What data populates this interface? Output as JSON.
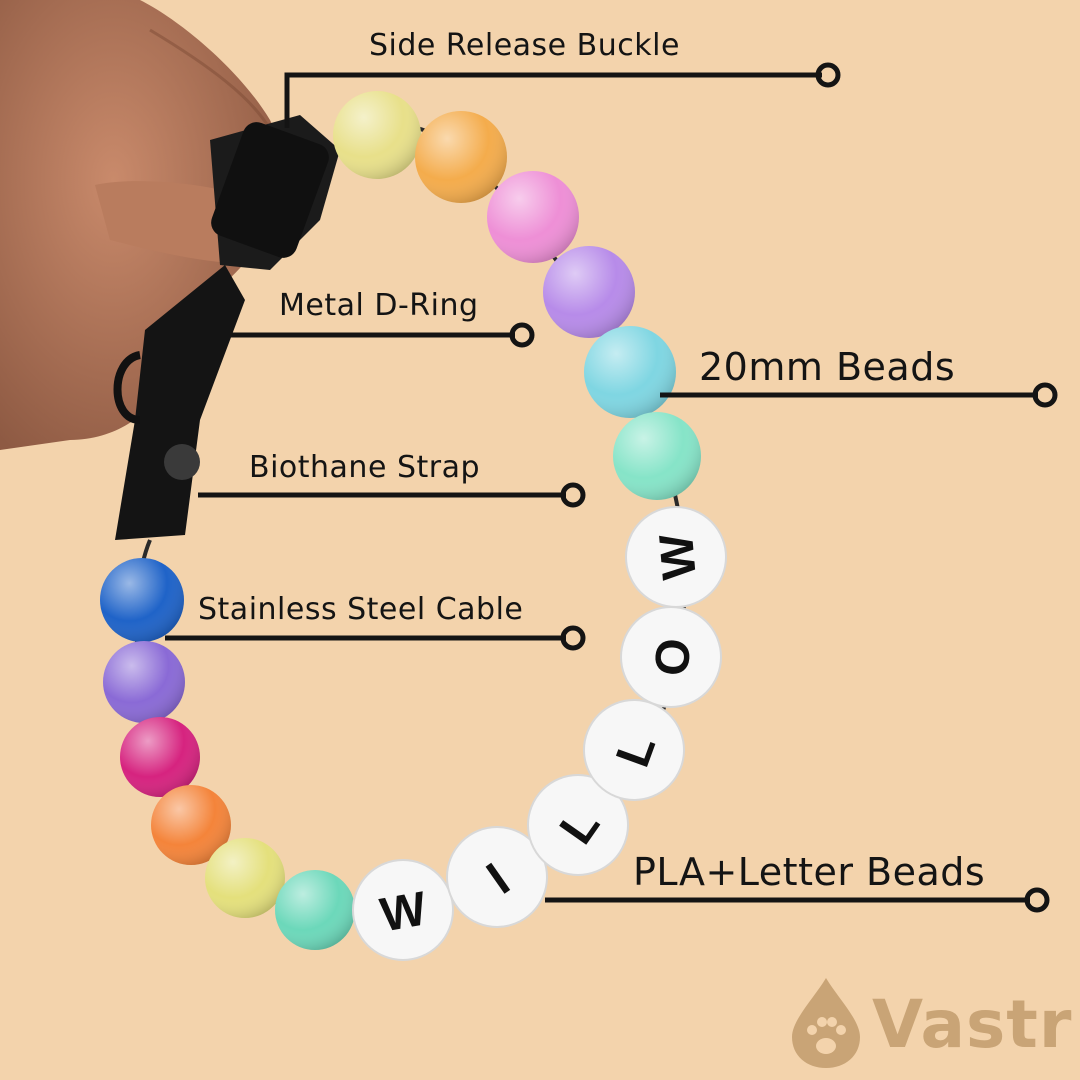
{
  "callouts": {
    "side_release_buckle": "Side Release Buckle",
    "metal_d_ring": "Metal D-Ring",
    "beads_20mm": "20mm Beads",
    "biothane_strap": "Biothane Strap",
    "stainless_steel_cable": "Stainless Steel Cable",
    "pla_letter_beads": "PLA+Letter Beads"
  },
  "letter_beads": [
    "W",
    "I",
    "L",
    "L",
    "O",
    "W"
  ],
  "brand": {
    "name": "Vastr",
    "color": "#c9a476"
  },
  "colors": {
    "background": "#f3d3ac",
    "ink": "#141414"
  }
}
